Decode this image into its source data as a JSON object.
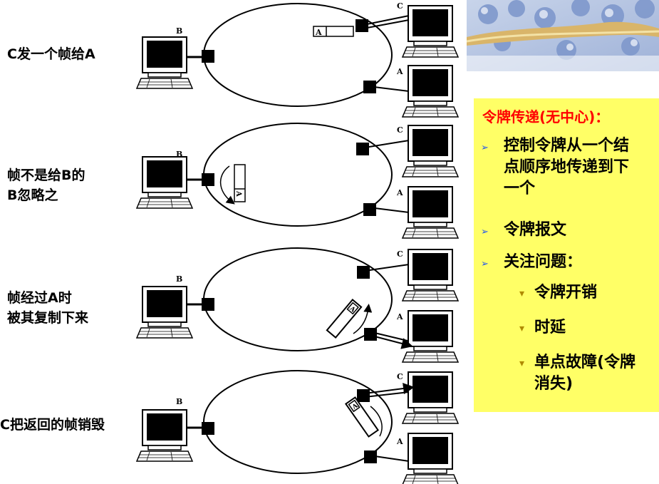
{
  "stages": [
    {
      "lines": [
        "C发一个帧给A"
      ]
    },
    {
      "lines": [
        "帧不是给B的",
        "B忽略之"
      ]
    },
    {
      "lines": [
        "帧经过A时",
        "被其复制下来"
      ]
    },
    {
      "lines": [
        "C把返回的帧销毁"
      ]
    }
  ],
  "station_labels": {
    "a": "A",
    "b": "B",
    "c": "C"
  },
  "frame_label": "A",
  "panel": {
    "title": "令牌传递(无中心)：",
    "bullets": [
      {
        "lines": [
          "控制令牌从一个结",
          "点顺序地传递到下",
          "一个"
        ]
      },
      {
        "lines": [
          "令牌报文"
        ]
      },
      {
        "lines": [
          "关注问题："
        ]
      }
    ],
    "subs": [
      {
        "lines": [
          "令牌开销"
        ]
      },
      {
        "lines": [
          "时延"
        ]
      },
      {
        "lines": [
          "单点故障(令牌",
          "消失)"
        ]
      }
    ]
  },
  "colors": {
    "panel_bg": "#ffff66",
    "title": "#ff0000",
    "bullet": "#2255ee",
    "sub_bullet": "#b08a00"
  }
}
